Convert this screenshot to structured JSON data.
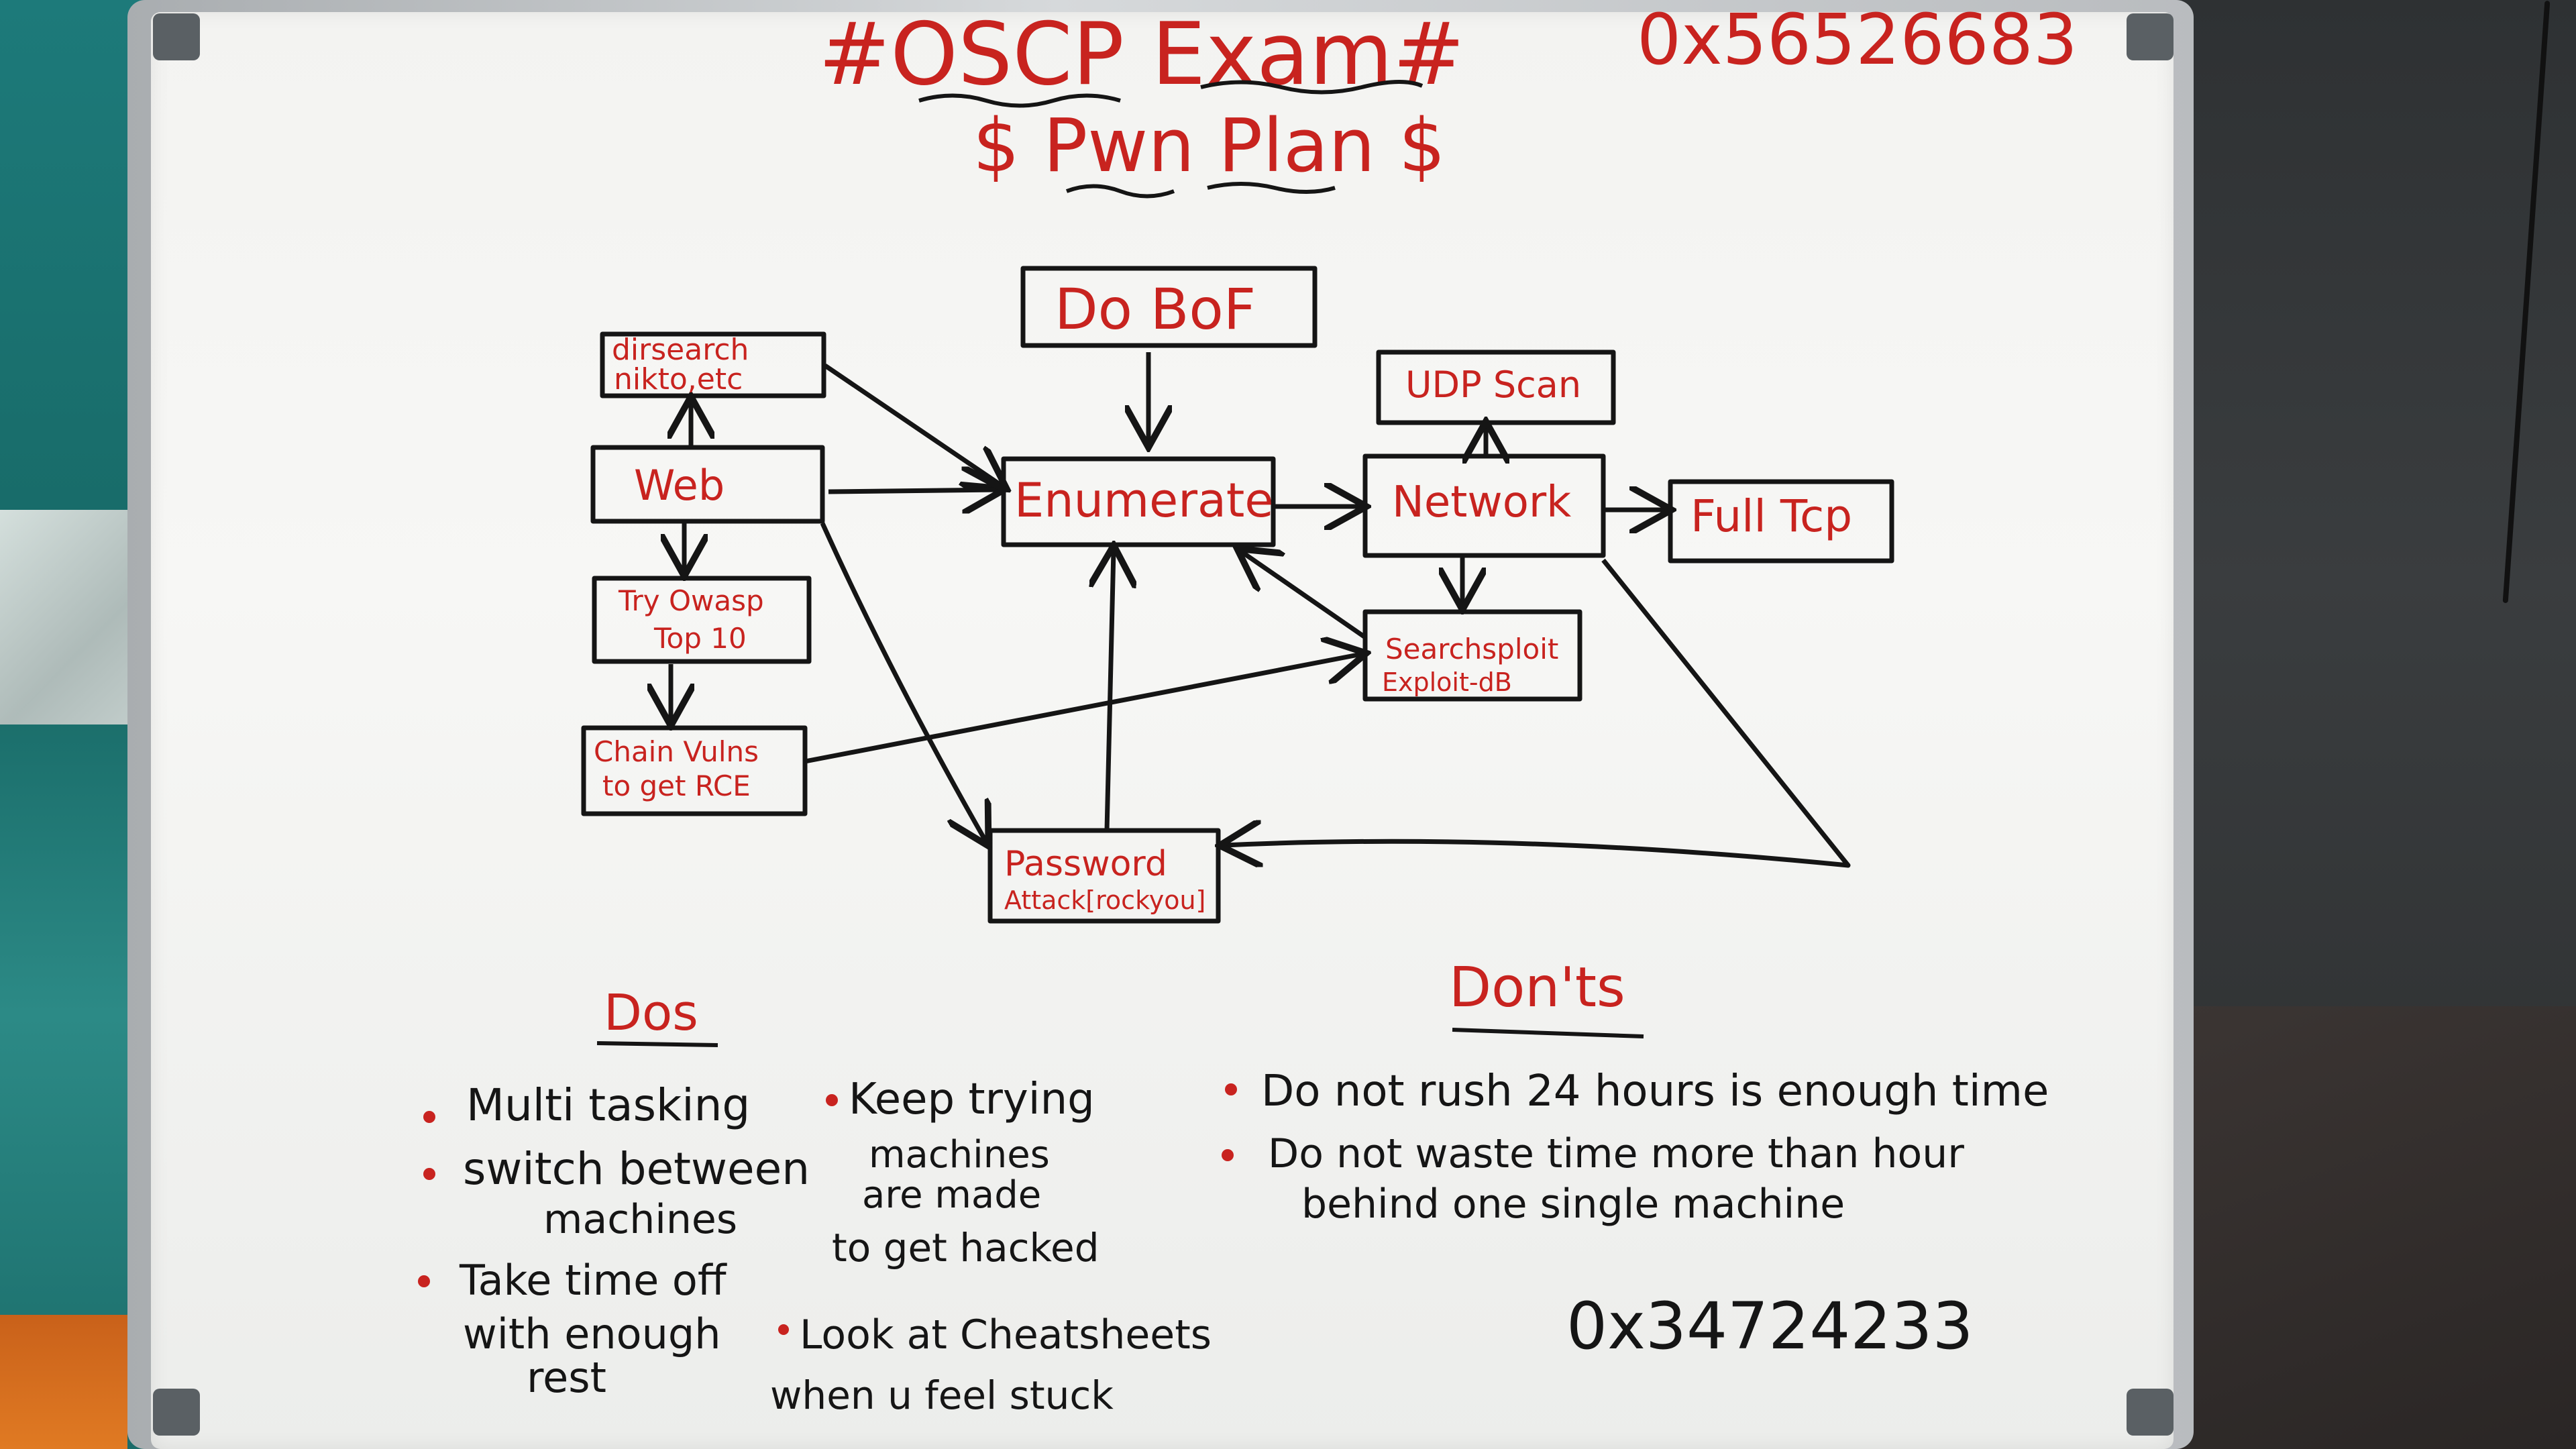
{
  "board": {
    "title": "#OSCP Exam#",
    "hex_top": "0x56526683",
    "subtitle": "$ Pwn Plan $",
    "hex_bottom": "0x34724233"
  },
  "nodes": {
    "do_bof": "Do BoF",
    "dirsearch_1": "dirsearch",
    "dirsearch_2": "nikto,etc",
    "web": "Web",
    "owasp_1": "Try Owasp",
    "owasp_2": "Top 10",
    "chain_1": "Chain Vulns",
    "chain_2": "to get RCE",
    "enumerate": "Enumerate",
    "udp": "UDP Scan",
    "network": "Network",
    "full_tcp": "Full Tcp",
    "searchsploit_1": "Searchsploit",
    "searchsploit_2": "Exploit-dB",
    "password_1": "Password",
    "password_2": "Attack[rockyou]"
  },
  "dos": {
    "heading": "Dos",
    "multitasking": "Multi tasking",
    "switch_1": "switch between",
    "switch_2": "machines",
    "take_time_1": "Take time off",
    "take_time_2": "with enough",
    "take_time_3": "rest",
    "keep_trying_1": "Keep trying",
    "keep_trying_2": "machines",
    "keep_trying_3": "are made",
    "keep_trying_4": "to get hacked",
    "cheatsheets_1": "Look at Cheatsheets",
    "cheatsheets_2": "when u feel stuck"
  },
  "donts": {
    "heading": "Don'ts",
    "no_rush": "Do not rush 24 hours is enough time",
    "no_waste_1": "Do not waste time more than hour",
    "no_waste_2": "behind one single machine"
  },
  "colors": {
    "red_marker": "#c8231f",
    "black_marker": "#151515",
    "board": "#f5f5f3"
  }
}
